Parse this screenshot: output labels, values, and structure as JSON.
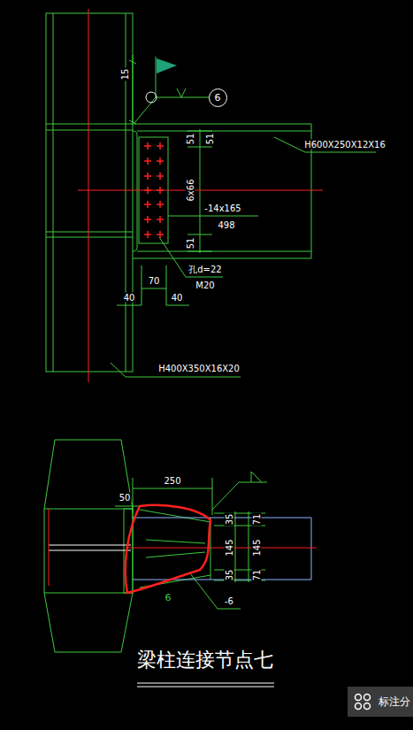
{
  "diagram": {
    "title": "梁柱连接节点七",
    "nodes": [
      {
        "text": [
          "6"
        ]
      },
      {
        "text": [
          "标注分"
        ]
      }
    ],
    "labels": [
      "15",
      "51",
      "51",
      "6x66",
      "51",
      "H600X250X12X16",
      "-14x165",
      "498",
      "孔d=22",
      "M20",
      "70",
      "40",
      "40",
      "H400X350X16X20",
      "250",
      "50",
      "35",
      "71",
      "145",
      "145",
      "35",
      "71",
      "6",
      "-6"
    ]
  }
}
